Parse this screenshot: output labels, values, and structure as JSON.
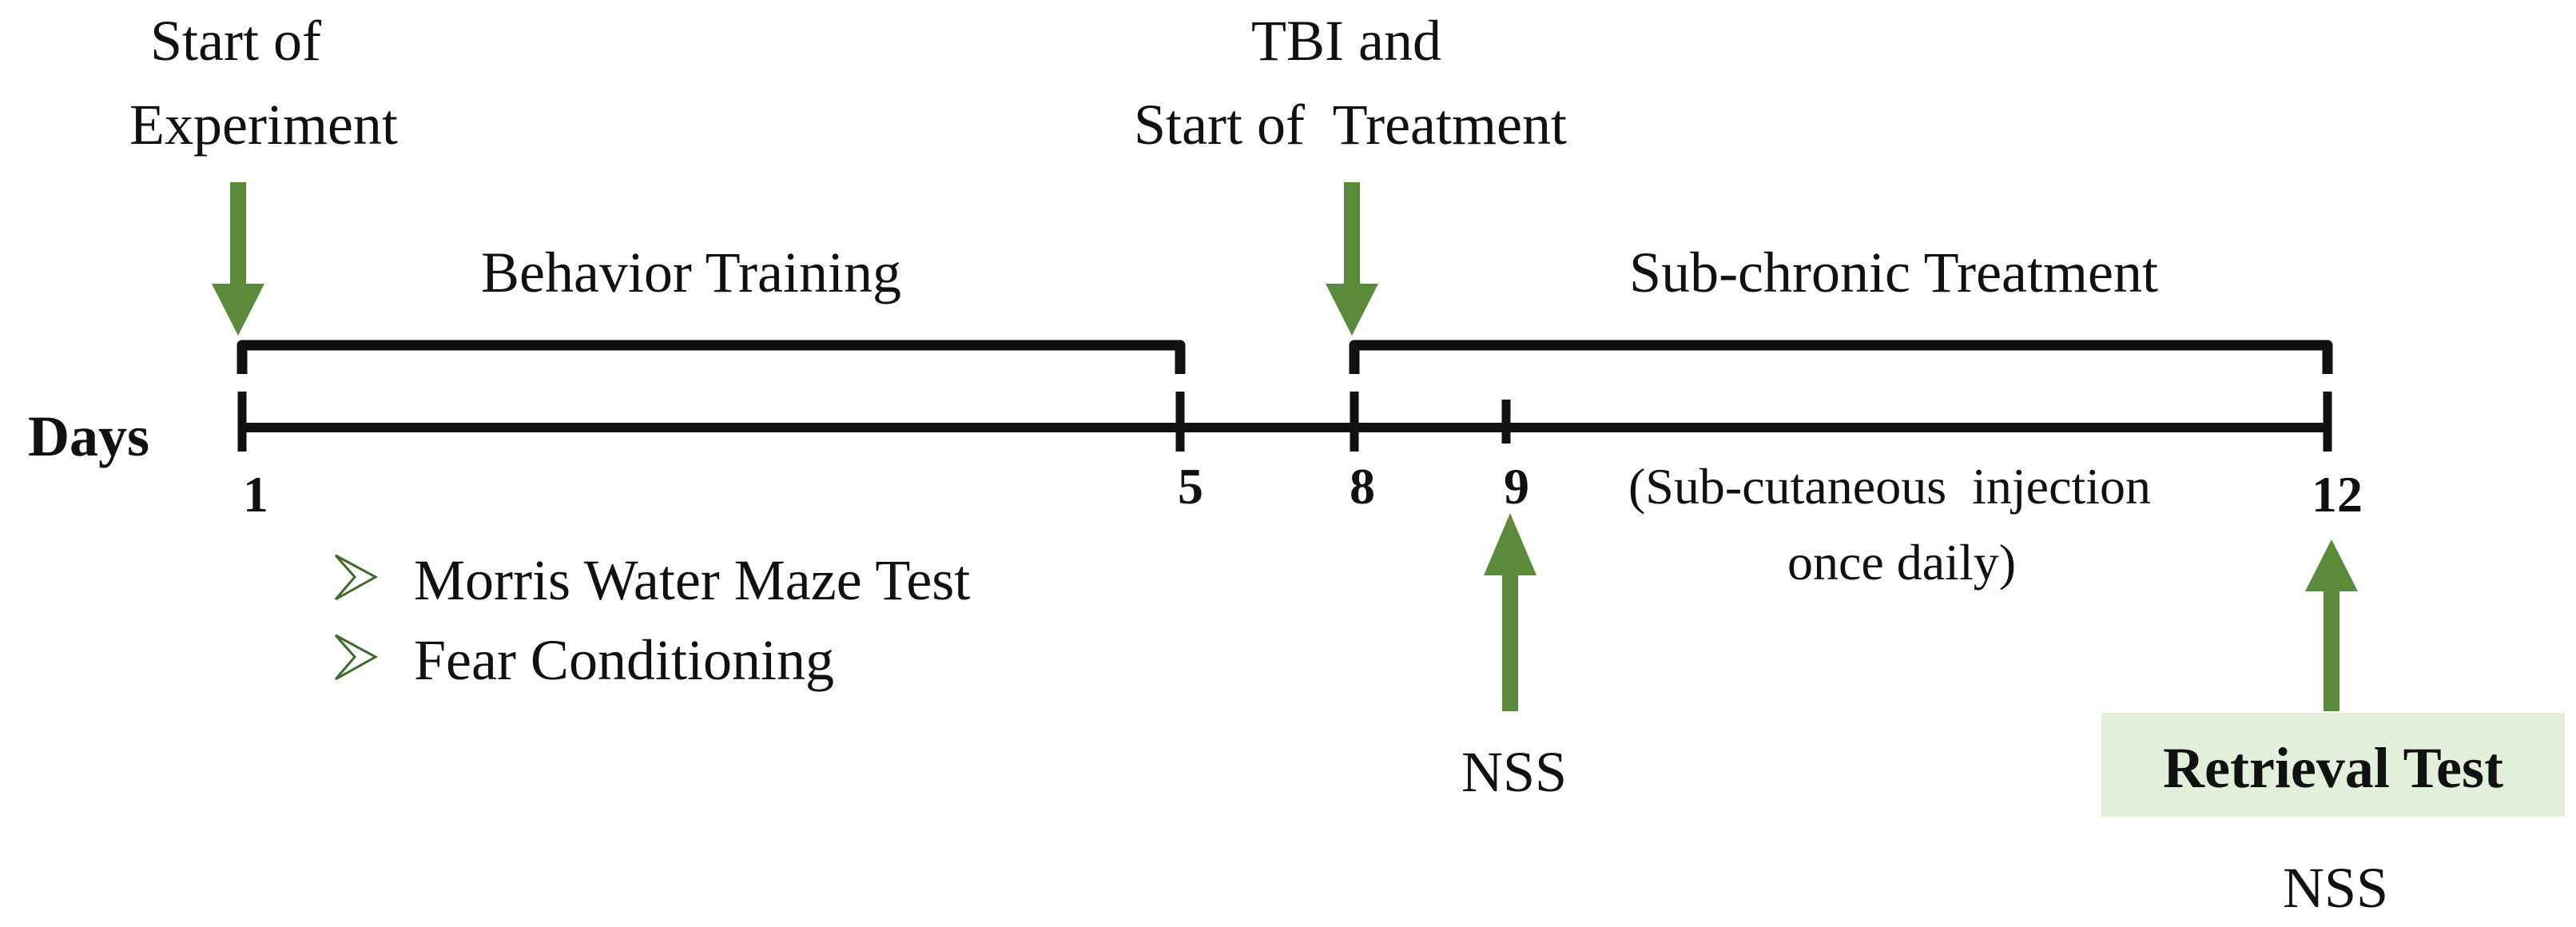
{
  "colors": {
    "arrow": "#5b8a3a",
    "line": "#111111",
    "highlight_box": "#e2efda",
    "bullet": "#3f6b2a"
  },
  "axis_label": "Days",
  "day_ticks": [
    "1",
    "5",
    "8",
    "9",
    "12"
  ],
  "events": {
    "start_line1": "Start of",
    "start_line2": "Experiment",
    "tbi_line1": "TBI and",
    "tbi_line2": "Start of  Treatment"
  },
  "phases": {
    "training": "Behavior Training",
    "treatment": "Sub-chronic Treatment"
  },
  "injection_note": {
    "line1": "(Sub-cutaneous  injection",
    "line2": "once daily)"
  },
  "training_tests": {
    "bullet_icon": "arrow-bullet-icon",
    "items": [
      "Morris Water Maze Test",
      "Fear Conditioning"
    ]
  },
  "assessments": {
    "day9": "NSS",
    "day12_box": "Retrieval Test",
    "day12_below": "NSS"
  }
}
